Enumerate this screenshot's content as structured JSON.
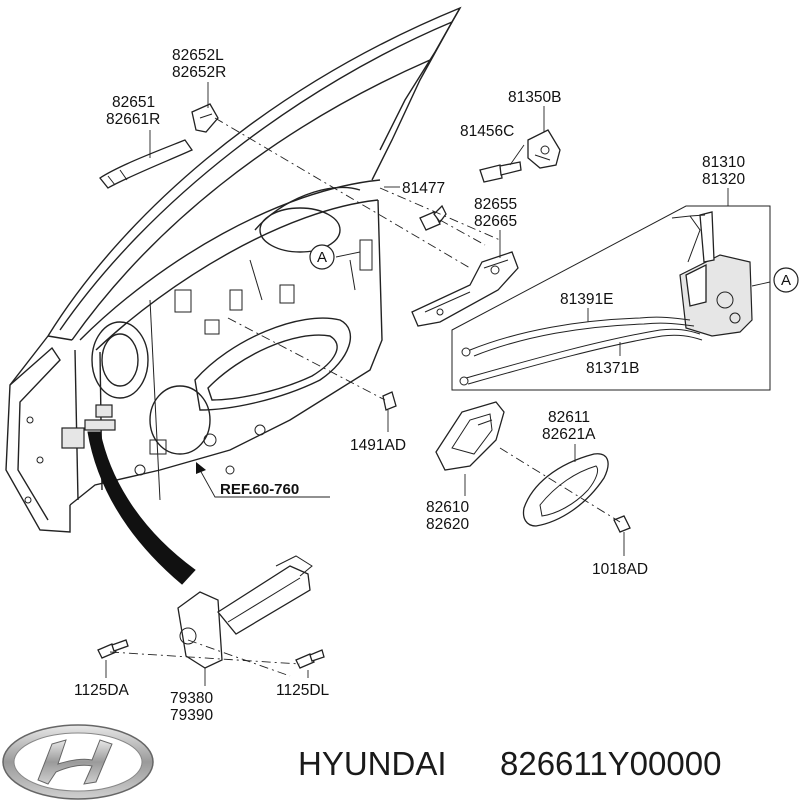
{
  "labels": {
    "p82652": [
      "82652L",
      "82652R"
    ],
    "p82651": [
      "82651",
      "82661R"
    ],
    "p81350B": "81350B",
    "p81456C": "81456C",
    "p81477": "81477",
    "p82655": [
      "82655",
      "82665"
    ],
    "p81310": [
      "81310",
      "81320"
    ],
    "p81391E": "81391E",
    "p81371B": "81371B",
    "p1491AD": "1491AD",
    "p82611": [
      "82611",
      "82621A"
    ],
    "p82610": [
      "82610",
      "82620"
    ],
    "p1018AD": "1018AD",
    "p1125DA": "1125DA",
    "p79380": [
      "79380",
      "79390"
    ],
    "p1125DL": "1125DL"
  },
  "ref": "REF.60-760",
  "callout": "A",
  "brand": {
    "name": "HYUNDAI",
    "part_number": "826611Y00000",
    "logo_icon": "hyundai-logo-icon"
  }
}
